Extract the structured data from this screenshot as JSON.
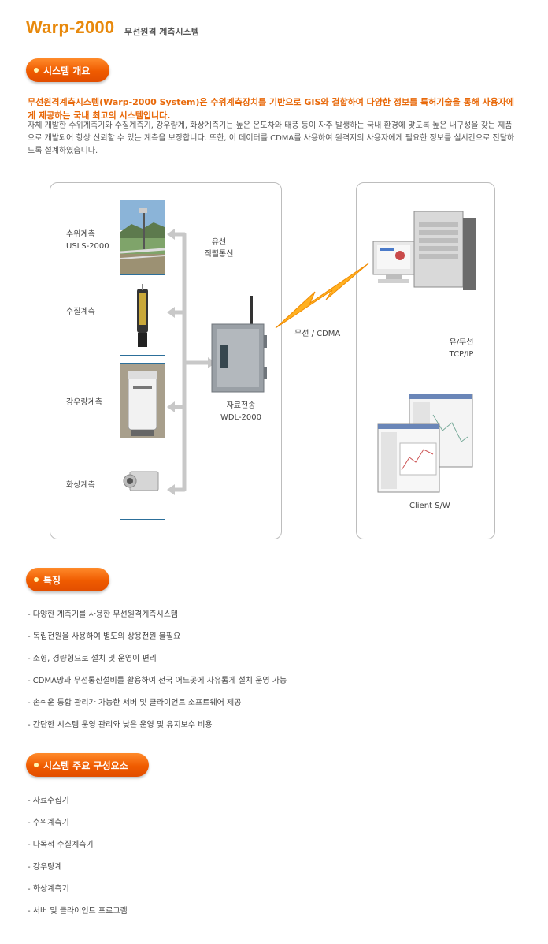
{
  "header": {
    "brand": "Warp-2000",
    "subtitle": "무선원격 계측시스템"
  },
  "sections": {
    "overview_title": "시스템 개요",
    "features_title": "특징",
    "components_title": "시스템 주요 구성요소"
  },
  "intro": {
    "highlight": "무선원격계측시스템(Warp-2000 System)은 수위계측장치를 기반으로 GIS와 결합하여 다양한 정보를 특허기술을 통해 사용자에게 제공하는 국내 최고의 시스템입니다.",
    "body": "자체 개발한 수위계측기와 수질계측기, 강우량계, 화상계측기는 높은 온도차와 태풍 등이 자주 발생하는 국내 환경에 맞도록 높은 내구성을 갖는 제품으로 개발되어 항상 신뢰할 수 있는 계측을 보장합니다. 또한, 이 데이터를 CDMA를 사용하여 원격지의 사용자에게 필요한 정보를 실시간으로 전달하도록 설계하였습니다."
  },
  "diagram": {
    "sensors": [
      {
        "label": "수위계측",
        "sublabel": "USLS-2000"
      },
      {
        "label": "수질계측",
        "sublabel": ""
      },
      {
        "label": "강우량계측",
        "sublabel": ""
      },
      {
        "label": "화상계측",
        "sublabel": ""
      }
    ],
    "wired_line1": "유선",
    "wired_line2": "직렬통신",
    "logger_line1": "자료전송",
    "logger_line2": "WDL-2000",
    "wireless": "무선 / CDMA",
    "network_line1": "유/무선",
    "network_line2": "TCP/IP",
    "client": "Client S/W"
  },
  "features": [
    "- 다양한 계측기를 사용한 무선원격계측시스템",
    "- 독립전원을 사용하여 별도의 상용전원 불필요",
    "- 소형, 경량형으로 설치 및 운영이 편리",
    "- CDMA망과 무선통신설비를 활용하여 전국 어느곳에 자유롭게 설치 운영 가능",
    "- 손쉬운 통합 관리가 가능한 서버 및 클라이언트 소프트웨어 제공",
    "- 간단한 시스템 운영 관리와 낮은 운영 및 유지보수 비용"
  ],
  "components": [
    "- 자료수집기",
    "- 수위계측기",
    "- 다목적 수질계측기",
    "- 강우량계",
    "- 화상계측기",
    "- 서버 및 클라이언트 프로그램"
  ],
  "colors": {
    "brand": "#e8890c",
    "pill": "#ef5b00",
    "highlight": "#e8690a",
    "frame": "#2c6f9a"
  }
}
